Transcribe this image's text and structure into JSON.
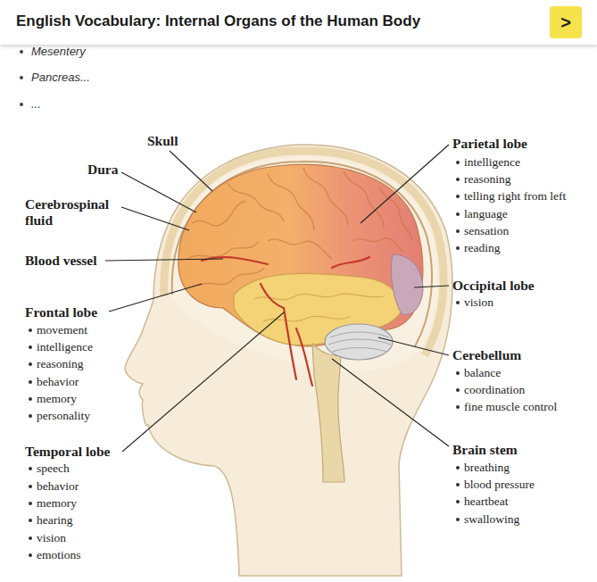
{
  "diagram": {
    "title": "English Vocabulary: Internal Organs of the Human Body",
    "nodes": [
      {
        "text": [
          ">"
        ]
      }
    ],
    "labels": [
      "Mesentery",
      "Pancreas...",
      "...",
      "Skull",
      "Dura",
      "Cerebrospinal fluid",
      "Blood vessel",
      "Frontal lobe",
      "movement",
      "intelligence",
      "reasoning",
      "behavior",
      "memory",
      "personality",
      "Temporal lobe",
      "speech",
      "behavior",
      "memory",
      "hearing",
      "vision",
      "emotions",
      "Parietal lobe",
      "intelligence",
      "reasoning",
      "telling right from left",
      "language",
      "sensation",
      "reading",
      "Occipital lobe",
      "vision",
      "Cerebellum",
      "balance",
      "coordination",
      "fine muscle control",
      "Brain stem",
      "breathing",
      "blood pressure",
      "heartbeat",
      "swallowing"
    ]
  }
}
